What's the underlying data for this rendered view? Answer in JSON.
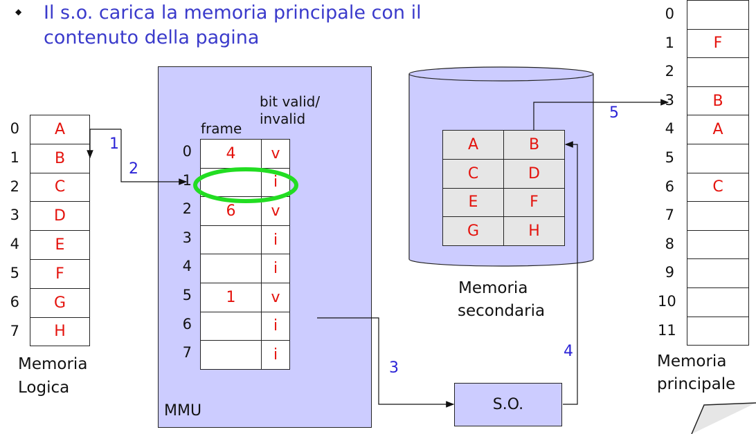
{
  "bullet": {
    "mark": "◆",
    "line1": "Il s.o. carica la memoria principale con il",
    "line2": "contenuto della pagina"
  },
  "logical": {
    "label1": "Memoria",
    "label2": "Logica",
    "rows": [
      {
        "i": "0",
        "v": "A"
      },
      {
        "i": "1",
        "v": "B"
      },
      {
        "i": "2",
        "v": "C"
      },
      {
        "i": "3",
        "v": "D"
      },
      {
        "i": "4",
        "v": "E"
      },
      {
        "i": "5",
        "v": "F"
      },
      {
        "i": "6",
        "v": "G"
      },
      {
        "i": "7",
        "v": "H"
      }
    ]
  },
  "mmu": {
    "label": "MMU",
    "frame_header": "frame",
    "bit_header1": "bit valid/",
    "bit_header2": "invalid",
    "rows": [
      {
        "i": "0",
        "frame": "4",
        "bit": "v"
      },
      {
        "i": "1",
        "frame": "",
        "bit": "i"
      },
      {
        "i": "2",
        "frame": "6",
        "bit": "v"
      },
      {
        "i": "3",
        "frame": "",
        "bit": "i"
      },
      {
        "i": "4",
        "frame": "",
        "bit": "i"
      },
      {
        "i": "5",
        "frame": "1",
        "bit": "v"
      },
      {
        "i": "6",
        "frame": "",
        "bit": "i"
      },
      {
        "i": "7",
        "frame": "",
        "bit": "i"
      }
    ]
  },
  "secondary": {
    "label1": "Memoria",
    "label2": "secondaria",
    "grid": [
      [
        "A",
        "B"
      ],
      [
        "C",
        "D"
      ],
      [
        "E",
        "F"
      ],
      [
        "G",
        "H"
      ]
    ]
  },
  "os": {
    "label": "S.O."
  },
  "physical": {
    "label1": "Memoria",
    "label2": "principale",
    "rows": [
      {
        "i": "0",
        "v": ""
      },
      {
        "i": "1",
        "v": "F"
      },
      {
        "i": "2",
        "v": ""
      },
      {
        "i": "3",
        "v": "B"
      },
      {
        "i": "4",
        "v": "A"
      },
      {
        "i": "5",
        "v": ""
      },
      {
        "i": "6",
        "v": "C"
      },
      {
        "i": "7",
        "v": ""
      },
      {
        "i": "8",
        "v": ""
      },
      {
        "i": "9",
        "v": ""
      },
      {
        "i": "10",
        "v": ""
      },
      {
        "i": "11",
        "v": ""
      }
    ]
  },
  "steps": {
    "s1": "1",
    "s2": "2",
    "s3": "3",
    "s4": "4",
    "s5": "5"
  },
  "colors": {
    "accent_blue": "#3a3acb",
    "value_red": "#e4120c",
    "panel": "#ccccff",
    "highlight": "#22dd22"
  }
}
